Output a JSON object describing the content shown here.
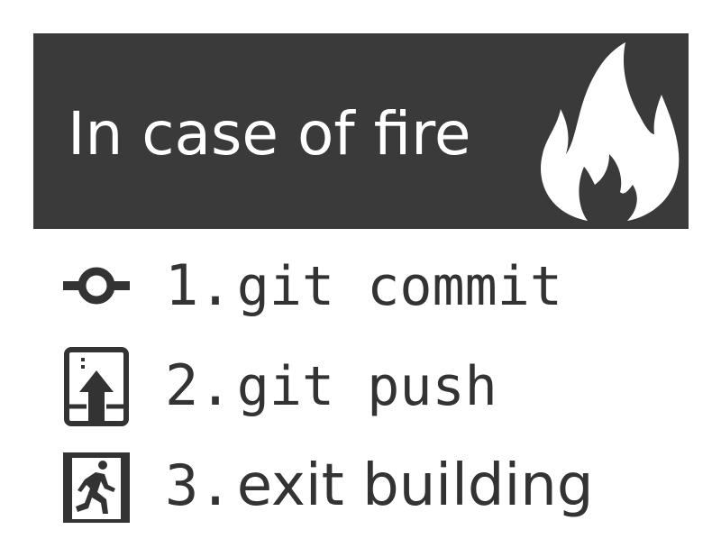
{
  "banner": {
    "title": "In case of fire",
    "background_color": "#3a3a3a",
    "text_color": "#ffffff",
    "icon": "flame-icon"
  },
  "steps": [
    {
      "number": "1.",
      "command": "git commit",
      "icon": "commit-icon"
    },
    {
      "number": "2.",
      "command": "git push",
      "icon": "push-upload-icon"
    },
    {
      "number": "3.",
      "command": "exit building",
      "icon": "emergency-exit-icon"
    }
  ],
  "text_color": "#333333"
}
